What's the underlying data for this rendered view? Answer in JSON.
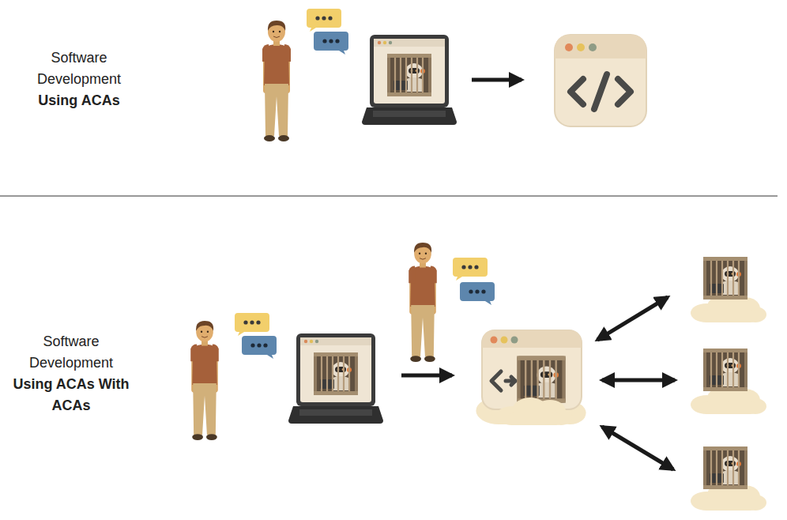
{
  "diagram": {
    "labels": [
      "Software Development",
      "Using ACAs",
      "Software Development",
      "Using ACAs With ACAs"
    ]
  }
}
